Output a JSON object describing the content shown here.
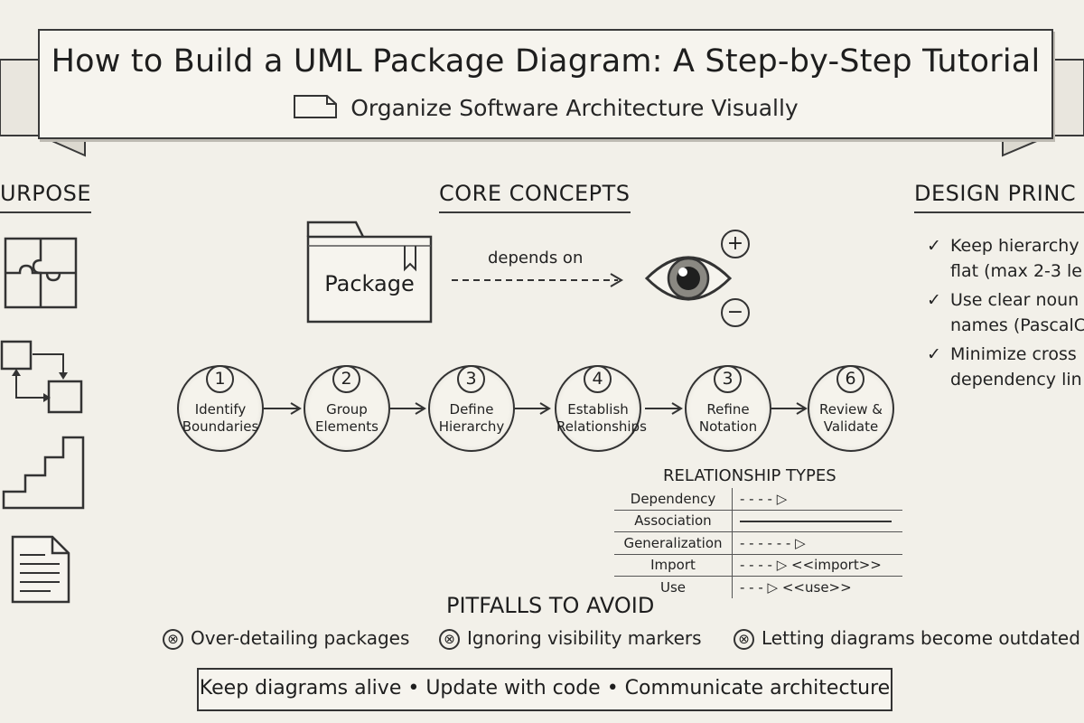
{
  "title": "How to Build a UML Package Diagram: A Step-by-Step Tutorial",
  "subtitle": "Organize Software Architecture Visually",
  "sections": {
    "purpose": "URPOSE",
    "core": "CORE CONCEPTS",
    "design": "DESIGN PRINC"
  },
  "core_concepts": {
    "package_label": "Package",
    "arrow_label": "depends on",
    "plus": "+",
    "minus": "−"
  },
  "steps": [
    {
      "number": "1",
      "line1": "Identify",
      "line2": "Boundaries"
    },
    {
      "number": "2",
      "line1": "Group",
      "line2": "Elements"
    },
    {
      "number": "3",
      "line1": "Define",
      "line2": "Hierarchy"
    },
    {
      "number": "4",
      "line1": "Establish",
      "line2": "Relationships"
    },
    {
      "number": "3",
      "line1": "Refine",
      "line2": "Notation"
    },
    {
      "number": "6",
      "line1": "Review &",
      "line2": "Validate"
    }
  ],
  "design_principles": {
    "check": "✓",
    "items": [
      {
        "line1": "Keep hierarchy",
        "line2": "flat (max 2-3 le"
      },
      {
        "line1": "Use clear noun",
        "line2": "names (PascalC"
      },
      {
        "line1": "Minimize cross",
        "line2": "dependency lin"
      }
    ]
  },
  "relationship_types": {
    "title": "RELATIONSHIP TYPES",
    "rows": [
      {
        "name": "Dependency",
        "notation": "- - - - ▷",
        "stereotype": ""
      },
      {
        "name": "Association",
        "notation": "",
        "stereotype": ""
      },
      {
        "name": "Generalization",
        "notation": "- - - - - - ▷",
        "stereotype": ""
      },
      {
        "name": "Import",
        "notation": "- - - -  ▷",
        "stereotype": "<<import>>"
      },
      {
        "name": "Use",
        "notation": "-   - -  ▷",
        "stereotype": "<<use>>"
      }
    ]
  },
  "pitfalls": {
    "title": "PITFALLS TO AVOID",
    "icon": "⊗",
    "items": [
      "Over-detailing packages",
      "Ignoring visibility markers",
      "Letting diagrams become outdated"
    ]
  },
  "footer": "Keep diagrams alive • Update with code • Communicate architecture"
}
